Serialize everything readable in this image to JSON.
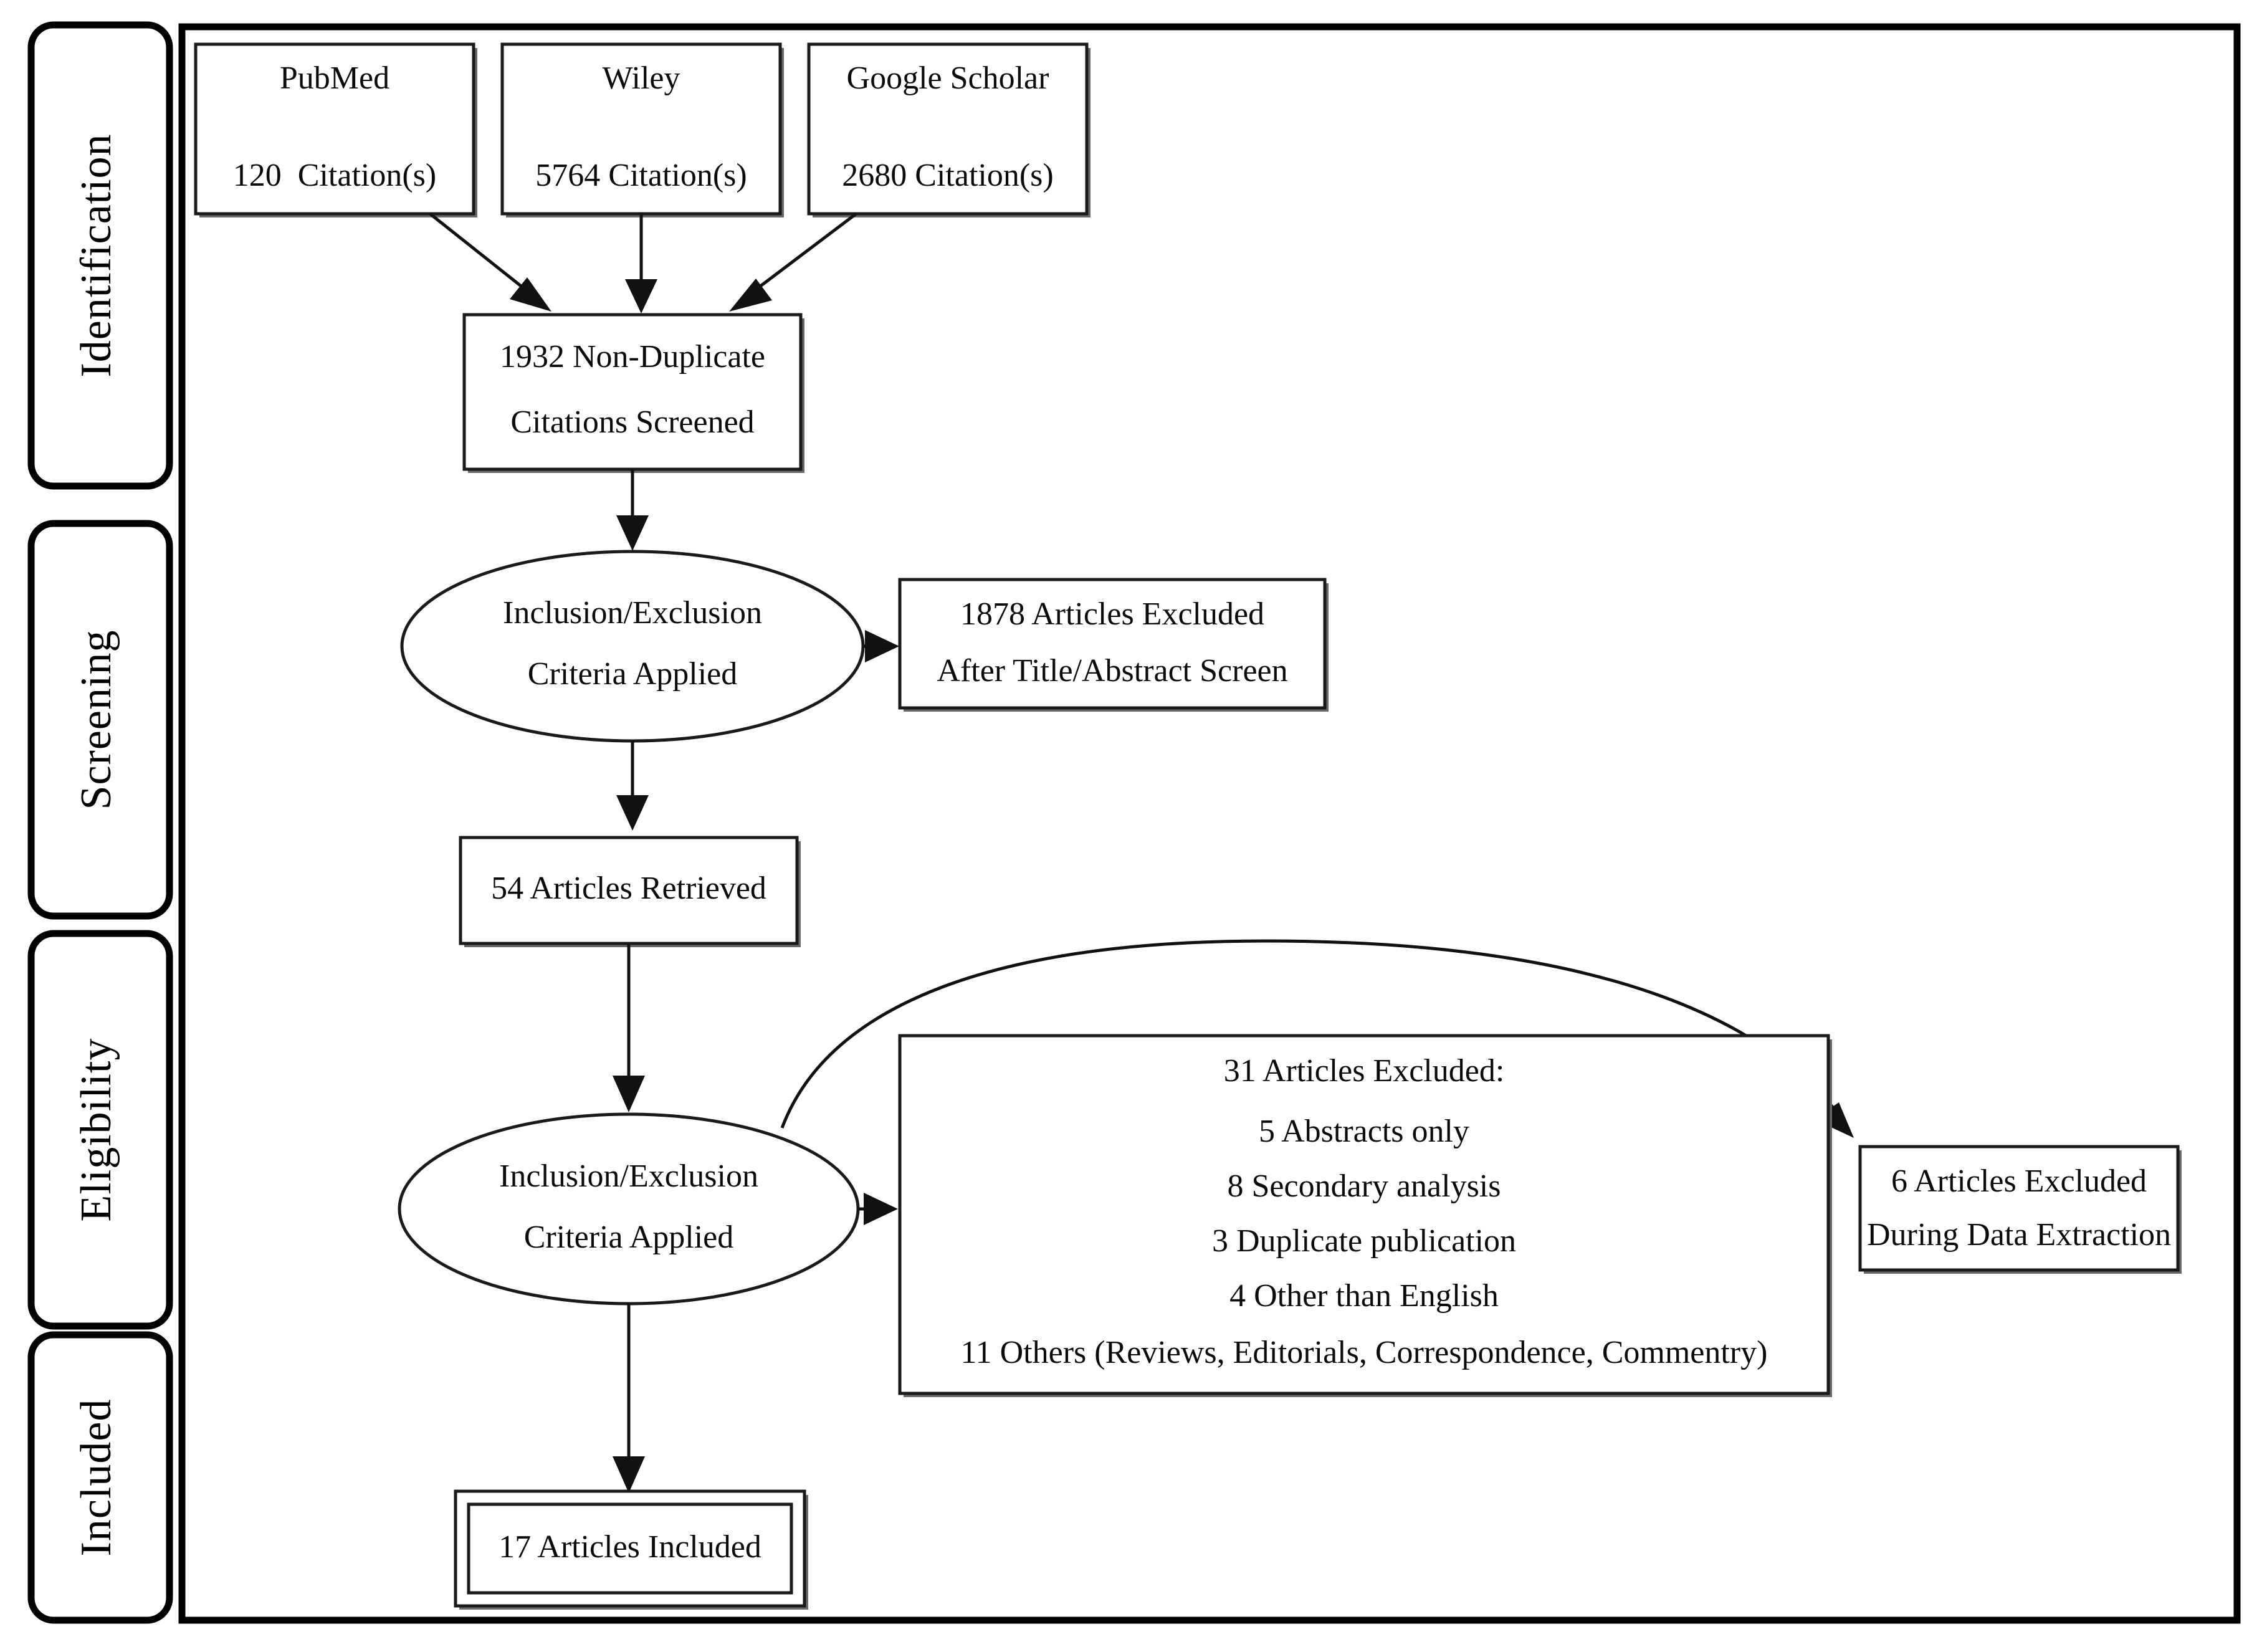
{
  "diagram": {
    "title": "PRISMA study selection flow diagram",
    "type": "flowchart",
    "frame_color": "#000000",
    "node_fill": "#ffffff",
    "node_stroke": "#1a1a1a"
  },
  "stages": [
    {
      "id": "identification",
      "label": "Identification"
    },
    {
      "id": "screening",
      "label": "Screening"
    },
    {
      "id": "eligibility",
      "label": "Eligibility"
    },
    {
      "id": "included",
      "label": "Included"
    }
  ],
  "sources": [
    {
      "id": "pubmed",
      "name": "PubMed",
      "citations": "120  Citation(s)"
    },
    {
      "id": "wiley",
      "name": "Wiley",
      "citations": "5764 Citation(s)"
    },
    {
      "id": "google-scholar",
      "name": "Google Scholar",
      "citations": "2680 Citation(s)"
    }
  ],
  "nodes": {
    "non_duplicate": {
      "line1": "1932 Non-Duplicate",
      "line2": "Citations Screened"
    },
    "criteria_screening": {
      "line1": "Inclusion/Exclusion",
      "line2": "Criteria Applied"
    },
    "excluded_title_abstract": {
      "line1": "1878 Articles Excluded",
      "line2": "After Title/Abstract Screen"
    },
    "retrieved": {
      "line1": "54 Articles Retrieved"
    },
    "criteria_eligibility": {
      "line1": "Inclusion/Exclusion",
      "line2": "Criteria Applied"
    },
    "excluded_full_text": {
      "heading": "31 Articles Excluded:",
      "reasons": [
        "5 Abstracts only",
        "8 Secondary analysis",
        "3 Duplicate publication",
        "4 Other than English",
        "11 Others (Reviews, Editorials, Correspondence, Commentry)"
      ]
    },
    "excluded_extraction": {
      "line1": "6 Articles Excluded",
      "line2": "During Data Extraction"
    },
    "included_final": {
      "line1": "17 Articles Included"
    }
  },
  "chart_data": {
    "type": "flowchart",
    "title": "PRISMA flow diagram of article selection",
    "counts": {
      "pubmed": 120,
      "wiley": 5764,
      "google_scholar": 2680,
      "non_duplicate_screened": 1932,
      "excluded_after_title_abstract": 1878,
      "articles_retrieved": 54,
      "excluded_full_text_total": 31,
      "excluded_abstracts_only": 5,
      "excluded_secondary_analysis": 8,
      "excluded_duplicate_publication": 3,
      "excluded_other_than_english": 4,
      "excluded_others": 11,
      "excluded_during_data_extraction": 6,
      "articles_included": 17
    }
  }
}
